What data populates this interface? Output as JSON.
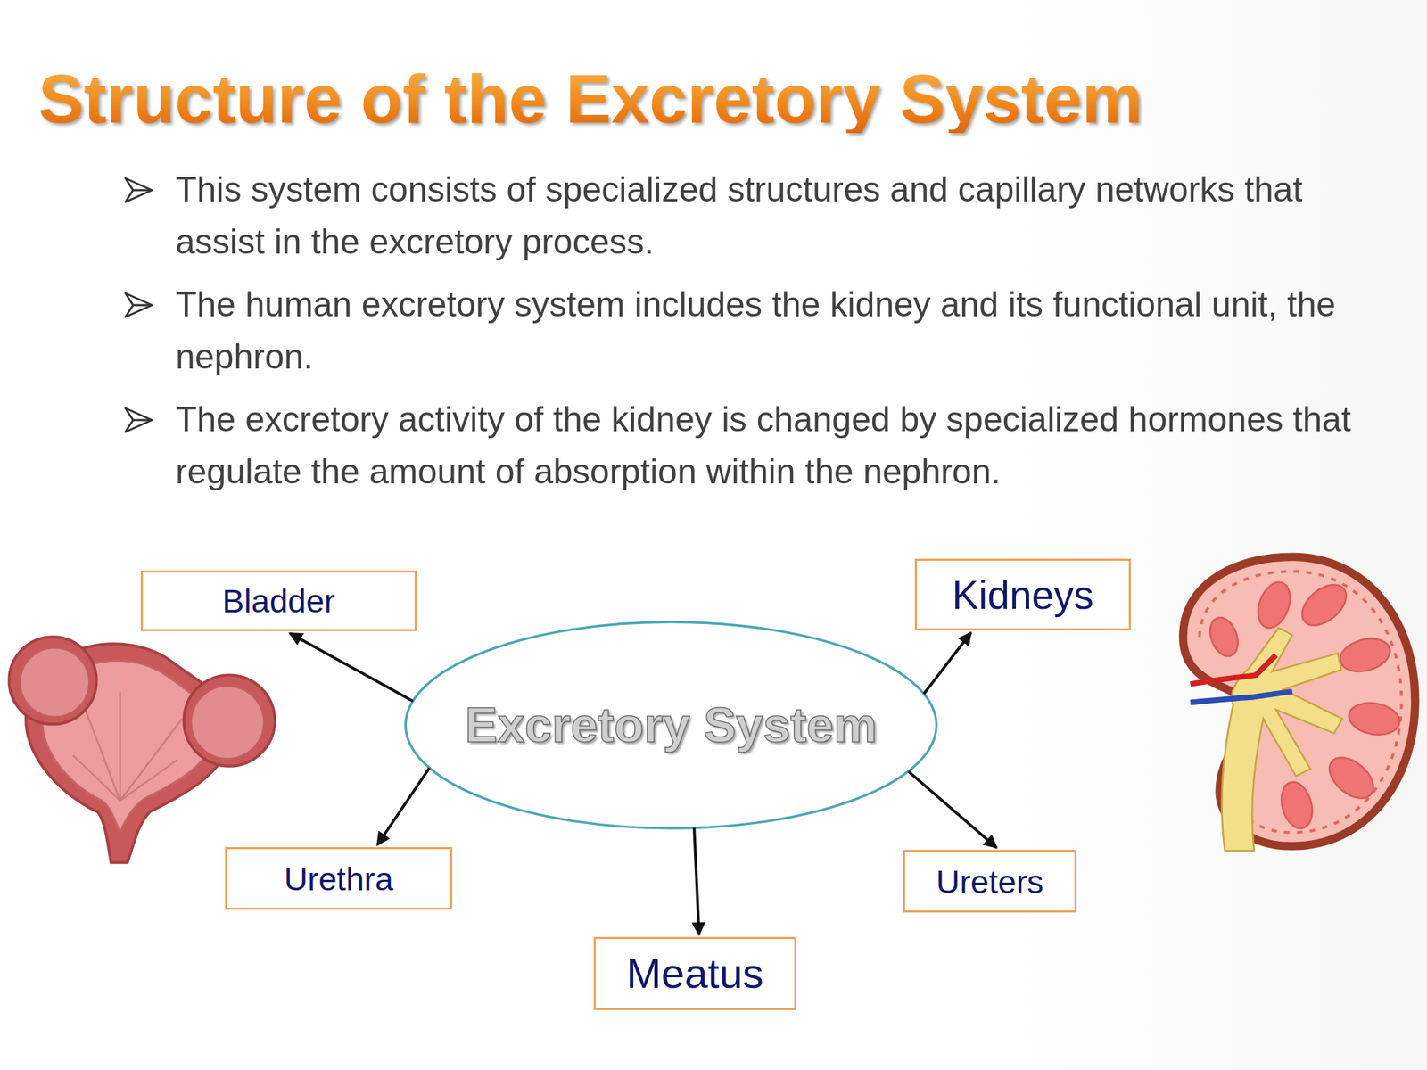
{
  "diagram": {
    "title": "Structure of the Excretory System",
    "nodes": [
      {
        "text": [
          "Bladder"
        ]
      },
      {
        "text": [
          "Kidneys"
        ]
      },
      {
        "text": [
          "Excretory System"
        ]
      },
      {
        "text": [
          "Urethra"
        ]
      },
      {
        "text": [
          "Ureters"
        ]
      },
      {
        "text": [
          "Meatus"
        ]
      }
    ],
    "edges": [
      {
        "from": 2,
        "to": 0,
        "arrow": "to"
      },
      {
        "from": 2,
        "to": 1,
        "arrow": "to"
      },
      {
        "from": 2,
        "to": 3,
        "arrow": "to"
      },
      {
        "from": 2,
        "to": 4,
        "arrow": "to"
      },
      {
        "from": 2,
        "to": 5,
        "arrow": "to"
      }
    ],
    "labels": [
      "This system consists of specialized structures and capillary networks that assist in the excretory process.",
      "The human excretory system includes the kidney and its functional unit, the nephron.",
      "The excretory activity of the kidney is changed by specialized hormones that regulate the amount of absorption within the nephron."
    ]
  }
}
